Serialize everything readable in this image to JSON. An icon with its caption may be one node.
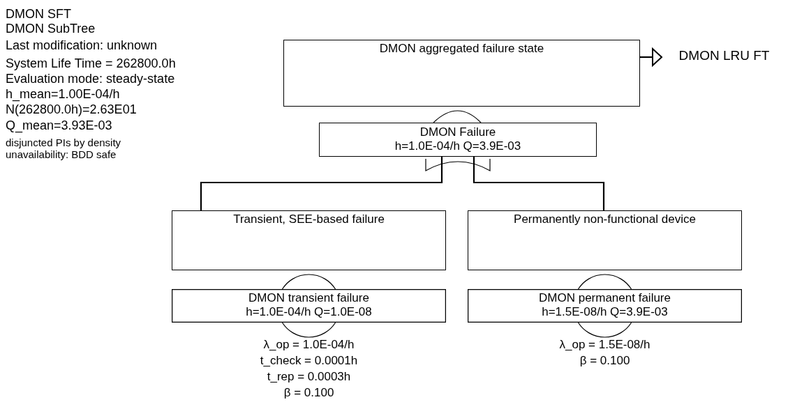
{
  "diagram": {
    "nodes": [
      {
        "text": [
          "DMON aggregated failure state"
        ]
      },
      {
        "text": [
          "DMON LRU FT"
        ]
      },
      {
        "text": [
          "DMON Failure",
          "h=1.0E-04/h Q=3.9E-03"
        ]
      },
      {
        "text": [
          "Transient, SEE-based failure"
        ]
      },
      {
        "text": [
          "Permanently non-functional device"
        ]
      },
      {
        "text": [
          "DMON transient failure",
          "h=1.0E-04/h Q=1.0E-08"
        ],
        "beside": [
          "λ_op = 1.0E-04/h",
          "t_check = 0.0001h",
          "t_rep = 0.0003h",
          "β = 0.100"
        ]
      },
      {
        "text": [
          "DMON permanent failure",
          "h=1.5E-08/h Q=3.9E-03"
        ],
        "beside": [
          "λ_op = 1.5E-08/h",
          "β = 0.100"
        ]
      }
    ],
    "edges": [
      {
        "from": 0,
        "to": 1,
        "arrow": "to"
      },
      {
        "from": 2,
        "to": 3,
        "arrow": "none"
      },
      {
        "from": 2,
        "to": 4,
        "arrow": "none"
      }
    ],
    "labels": [
      "DMON SFT",
      "DMON SubTree",
      "Last modification: unknown",
      "System Life Time = 262800.0h",
      "Evaluation mode: steady-state",
      "h_mean=1.00E-04/h",
      "N(262800.0h)=2.63E01",
      "Q_mean=3.93E-03",
      "disjuncted PIs by density",
      "unavailability: BDD safe"
    ]
  }
}
